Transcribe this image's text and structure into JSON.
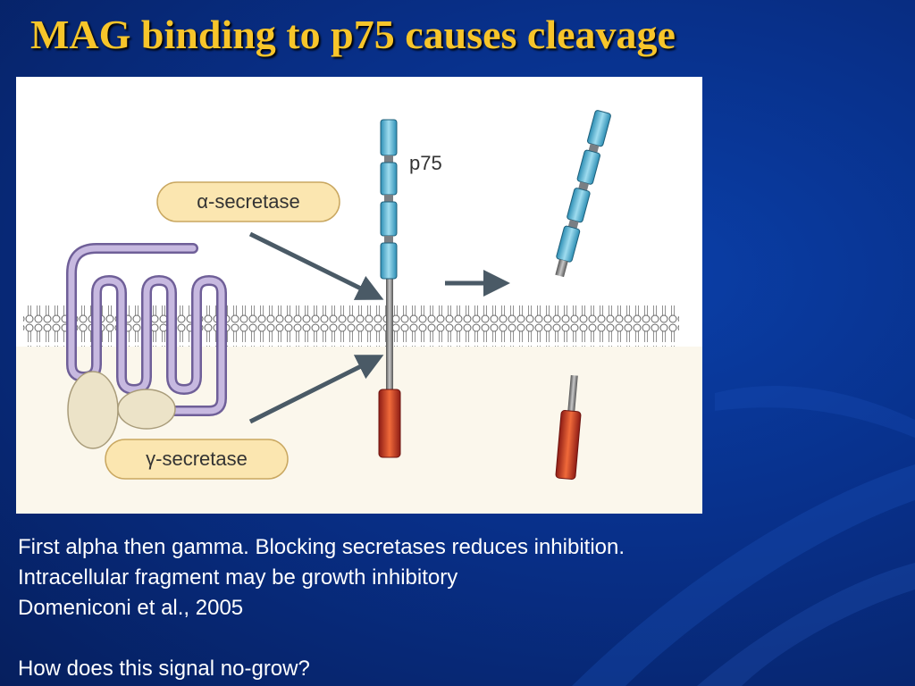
{
  "slide": {
    "title": "MAG binding to p75 causes cleavage",
    "lines": [
      "First alpha then gamma.  Blocking secretases reduces inhibition.",
      "Intracellular fragment may be growth inhibitory",
      "Domeniconi et al., 2005"
    ],
    "question": "How does this signal no-grow?"
  },
  "diagram": {
    "labels": {
      "p75": "p75",
      "alpha": "α-secretase",
      "gamma": "γ-secretase"
    },
    "colors": {
      "extracellular_domain": "#6cc3e0",
      "intracellular_domain": "#c8342a",
      "transmembrane": "#8a8f93",
      "secretase_label_fill": "#fbe6b0",
      "enzyme_body": "#efe6cf",
      "gamma_complex": "#b7a8d3",
      "arrow": "#4a5a66"
    }
  }
}
